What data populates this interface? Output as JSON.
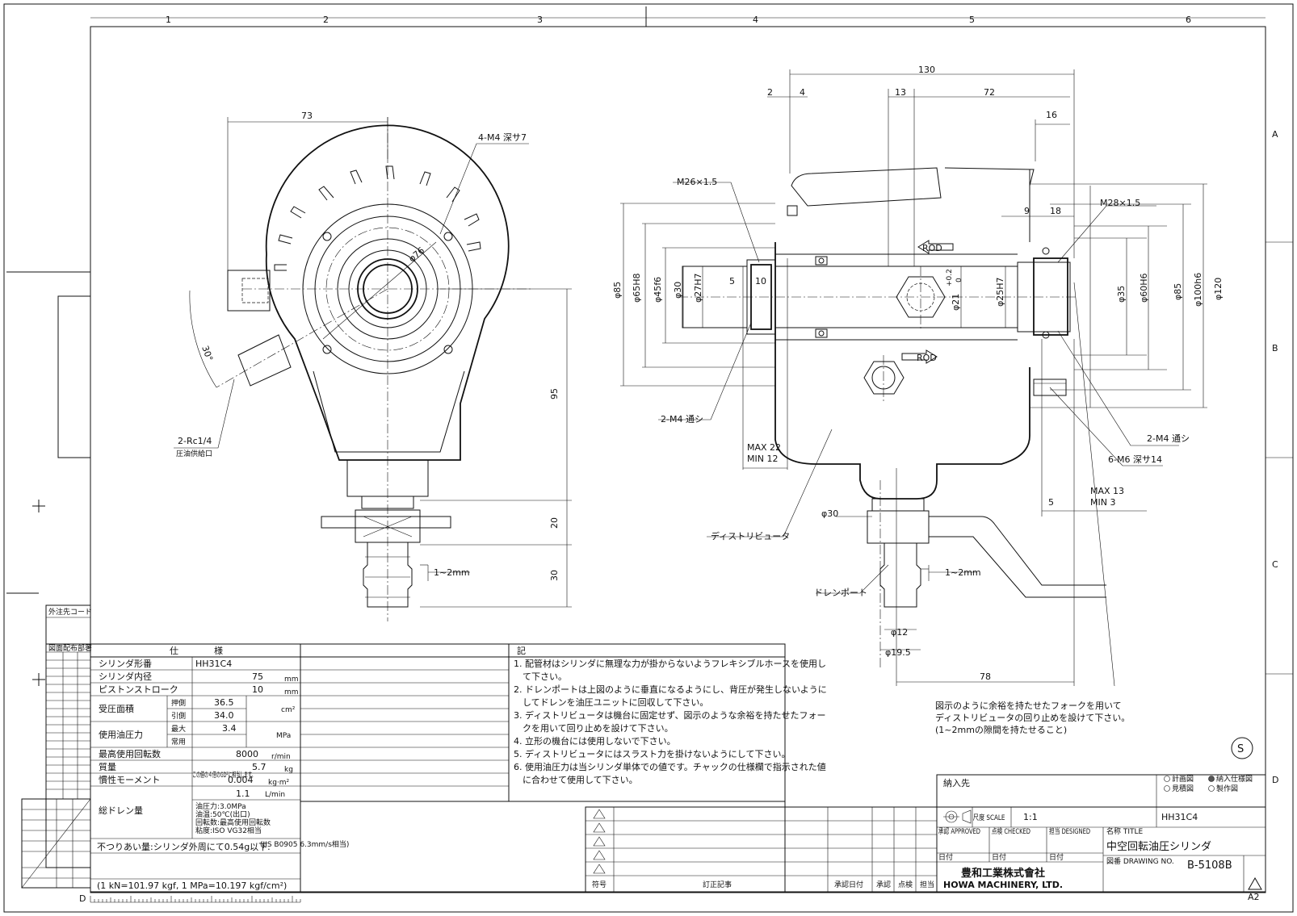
{
  "zone_columns": [
    "1",
    "2",
    "3",
    "4",
    "5",
    "6"
  ],
  "zone_rows": [
    "A",
    "B",
    "C",
    "D"
  ],
  "front_view": {
    "dims": {
      "width": "73",
      "height": "95",
      "d20": "20",
      "d30": "30",
      "gap": "1~2mm",
      "angle": "30°",
      "pcd": "φ76"
    },
    "callouts": {
      "tap": "4-M4 深サ7",
      "port": "2-Rc1/4",
      "port_note": "圧油供給口"
    }
  },
  "side_view": {
    "dims": {
      "overall": "130",
      "d2": "2",
      "d4": "4",
      "d13": "13",
      "d72": "72",
      "d16": "16",
      "d9": "9",
      "d18": "18",
      "d5": "5",
      "d10": "10",
      "d5b": "5",
      "d78": "78",
      "dia85": "φ85",
      "dia65": "φ65H8",
      "dia45": "φ45f6",
      "dia30": "φ30",
      "dia27": "φ27H7",
      "dia21": "φ21",
      "dia21_tol_upper": "+0.2",
      "dia21_tol_lower": "0",
      "dia25": "φ25H7",
      "dia35": "φ35",
      "dia60": "φ60H6",
      "dia85b": "φ85",
      "dia100": "φ100h6",
      "dia120": "φ120",
      "dia30b": "φ30",
      "dia12": "φ12",
      "dia19": "φ19.5",
      "gap": "1~2mm",
      "max22": "MAX 22",
      "min12": "MIN 12",
      "max13": "MAX 13",
      "min3": "MIN 3"
    },
    "callouts": {
      "m26": "M26×1.5",
      "m28": "M28×1.5",
      "m4a": "2-M4 通シ",
      "m4b": "2-M4 通シ",
      "m6": "6-M6 深サ14",
      "distributor": "ディストリビュータ",
      "drain": "ドレンポート",
      "rod1": "ROD",
      "rod2": "ROD"
    },
    "note": [
      "図示のように余裕を持たせたフォークを用いて",
      "ディストリビュータの回り止めを設けて下さい。",
      "(1~2mmの隙間を持たせること)"
    ]
  },
  "spec_table": {
    "title": "仕　　　　様",
    "rows": [
      {
        "label": "シリンダ形番",
        "sub": "",
        "value": "HH31C4",
        "unit": ""
      },
      {
        "label": "シリンダ内径",
        "sub": "",
        "value": "75",
        "unit": "mm"
      },
      {
        "label": "ピストンストローク",
        "sub": "",
        "value": "10",
        "unit": "mm"
      },
      {
        "label": "受圧面積",
        "sub": "押側",
        "value": "36.5",
        "unit": "cm²"
      },
      {
        "label": "",
        "sub": "引側",
        "value": "34.0",
        "unit": ""
      },
      {
        "label": "使用油圧力",
        "sub": "最大",
        "value": "3.4",
        "unit": "MPa"
      },
      {
        "label": "",
        "sub": "常用",
        "value": "",
        "unit": ""
      },
      {
        "label": "最高使用回転数",
        "sub": "",
        "value": "8000",
        "unit": "r/min"
      },
      {
        "label": "質量",
        "sub": "",
        "value": "5.7",
        "unit": "kg"
      },
      {
        "label": "慣性モーメント",
        "sub": "",
        "value": "0.004",
        "unit": "kg·m²"
      },
      {
        "label": "総ドレン量",
        "sub": "",
        "value": "1.1",
        "unit": "L/min"
      }
    ],
    "drain_conditions": [
      "油圧力:3.0MPa",
      "油温:50℃(出口)",
      "回転数:最高使用回転数",
      "粘度:ISO VG32相当"
    ],
    "inertia_note": "この値の４倍のGD²に相当します。",
    "leak": "不つりあい量:シリンダ外周にて0.54g以下.",
    "leak_note": "(JIS B0905 6.3mm/s相当)",
    "conversion": "(1 kN=101.97 kgf, 1 MPa=10.197 kgf/cm²)"
  },
  "notes_title": "記",
  "notes": [
    "1. 配管材はシリンダに無理な力が掛からないようフレキシブルホースを使用し",
    "　て下さい。",
    "2. ドレンポートは上図のように垂直になるようにし、背圧が発生しないように",
    "　してドレンを油圧ユニットに回収して下さい。",
    "3. ディストリビュータは機台に固定せず、図示のような余裕を持たせたフォー",
    "　クを用いて回り止めを設けて下さい。",
    "4. 立形の機台には使用しないで下さい。",
    "5. ディストリビュータにはスラスト力を掛けないようにして下さい。",
    "6. 使用油圧力は当シリンダ単体での値です。チャックの仕様欄で指示された値",
    "　に合わせて使用して下さい。"
  ],
  "left_table": {
    "header": "外注先コード",
    "header2": "図面配布部署"
  },
  "revision": {
    "cols": [
      "符号",
      "訂正記事",
      "承認日付",
      "承認",
      "点検",
      "担当"
    ]
  },
  "title_block": {
    "customer_label": "納入先",
    "checks": [
      "計画図",
      "見積図",
      "納入仕様図",
      "製作図"
    ],
    "scale_label": "尺度 SCALE",
    "scale": "1:1",
    "model": "HH31C4",
    "approved": "承認 APPROVED",
    "checked": "点検 CHECKED",
    "designed": "担当 DESIGNED",
    "date": "日付",
    "title_label": "名称 TITLE",
    "title": "中空回転油圧シリンダ",
    "drawing_no_label": "図番 DRAWING NO.",
    "drawing_no": "B-5108B",
    "company_jp": "豊和工業株式會社",
    "company_en": "HOWA MACHINERY, LTD.",
    "sheet": "A2",
    "mark": "S",
    "d_label": "D"
  }
}
